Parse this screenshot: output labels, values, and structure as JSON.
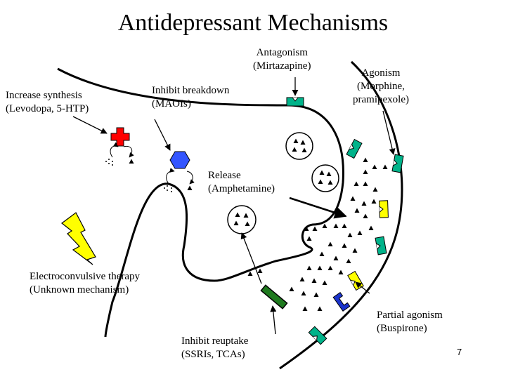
{
  "title": "Antidepressant Mechanisms",
  "labels": {
    "antagonism": {
      "line1": "Antagonism",
      "line2": "(Mirtazapine)"
    },
    "agonism": {
      "line1": "Agonism",
      "line2": "(Morphine,",
      "line3": "pramipexole)"
    },
    "increase_synthesis": {
      "line1": "Increase synthesis",
      "line2": "(Levodopa, 5-HTP)"
    },
    "inhibit_breakdown": {
      "line1": "Inhibit breakdown",
      "line2": "(MAOIs)"
    },
    "release": {
      "line1": "Release",
      "line2": "(Amphetamine)"
    },
    "ect": {
      "line1": "Electroconvulsive therapy",
      "line2": "(Unknown mechanism)"
    },
    "inhibit_reuptake": {
      "line1": "Inhibit reuptake",
      "line2": "(SSRIs, TCAs)"
    },
    "partial_agonism": {
      "line1": "Partial agonism",
      "line2": "(Buspirone)"
    }
  },
  "page_number": "7",
  "colors": {
    "synthesis_enzyme": "#ff0000",
    "mao_enzyme": "#3355ff",
    "receptor": "#00b38a",
    "partial_receptor": "#ffff00",
    "transporter": "#1f7a1f",
    "blue_receptor": "#1a33cc",
    "lightning": "#ffff00"
  },
  "icons": [
    "lightning-bolt-icon",
    "cross-enzyme-icon",
    "hexagon-enzyme-icon",
    "vesicle-icon",
    "receptor-icon",
    "transporter-icon"
  ]
}
